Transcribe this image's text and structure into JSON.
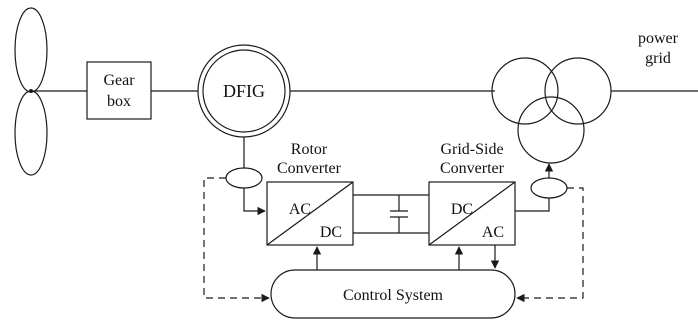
{
  "labels": {
    "gearbox_line1": "Gear",
    "gearbox_line2": "box",
    "generator": "DFIG",
    "grid_line1": "power",
    "grid_line2": "grid",
    "rotor_converter_line1": "Rotor",
    "rotor_converter_line2": "Converter",
    "grid_converter_line1": "Grid-Side",
    "grid_converter_line2": "Converter",
    "rotor_ac": "AC",
    "rotor_dc": "DC",
    "grid_dc": "DC",
    "grid_ac": "AC",
    "control_system": "Control System"
  }
}
